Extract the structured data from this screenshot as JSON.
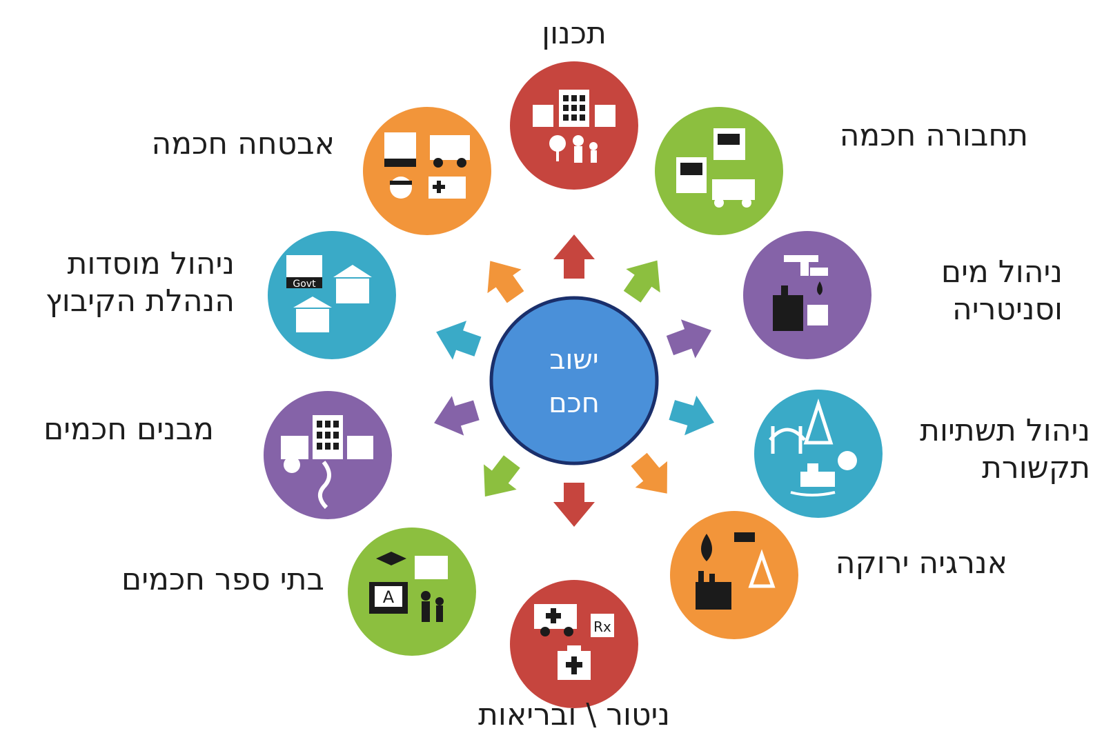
{
  "center": {
    "line1": "ישוב",
    "line2": "חכם",
    "color": "#4a90d9",
    "border": "#1a2f6b"
  },
  "colors": {
    "red": "#c6453e",
    "green": "#8cbf3f",
    "purple": "#8563a8",
    "teal": "#3aaac7",
    "orange": "#f2953a"
  },
  "nodes": [
    {
      "id": "planning",
      "lines": [
        "תכנון"
      ],
      "color": "red",
      "icon": "city-planning-icon"
    },
    {
      "id": "transport",
      "lines": [
        "תחבורה חכמה"
      ],
      "color": "green",
      "icon": "transport-icon"
    },
    {
      "id": "water",
      "lines": [
        "ניהול מים",
        "וסניטריה"
      ],
      "color": "purple",
      "icon": "water-tap-icon"
    },
    {
      "id": "infrastructure",
      "lines": [
        "ניהול תשתיות",
        "תקשורת"
      ],
      "color": "teal",
      "icon": "bridge-tower-icon"
    },
    {
      "id": "energy",
      "lines": [
        "אנרגיה ירוקה"
      ],
      "color": "orange",
      "icon": "energy-factory-icon"
    },
    {
      "id": "health",
      "lines": [
        "ניטור \\ ובריאות"
      ],
      "color": "red",
      "icon": "ambulance-icon"
    },
    {
      "id": "schools",
      "lines": [
        "בתי ספר חכמים"
      ],
      "color": "green",
      "icon": "school-icon"
    },
    {
      "id": "buildings",
      "lines": [
        "מבנים חכמים"
      ],
      "color": "purple",
      "icon": "buildings-icon"
    },
    {
      "id": "institutions",
      "lines": [
        "ניהול מוסדות",
        "הנהלת הקיבוץ"
      ],
      "color": "teal",
      "icon": "government-icon"
    },
    {
      "id": "security",
      "lines": [
        "אבטחה חכמה"
      ],
      "color": "orange",
      "icon": "police-firetruck-icon"
    }
  ]
}
